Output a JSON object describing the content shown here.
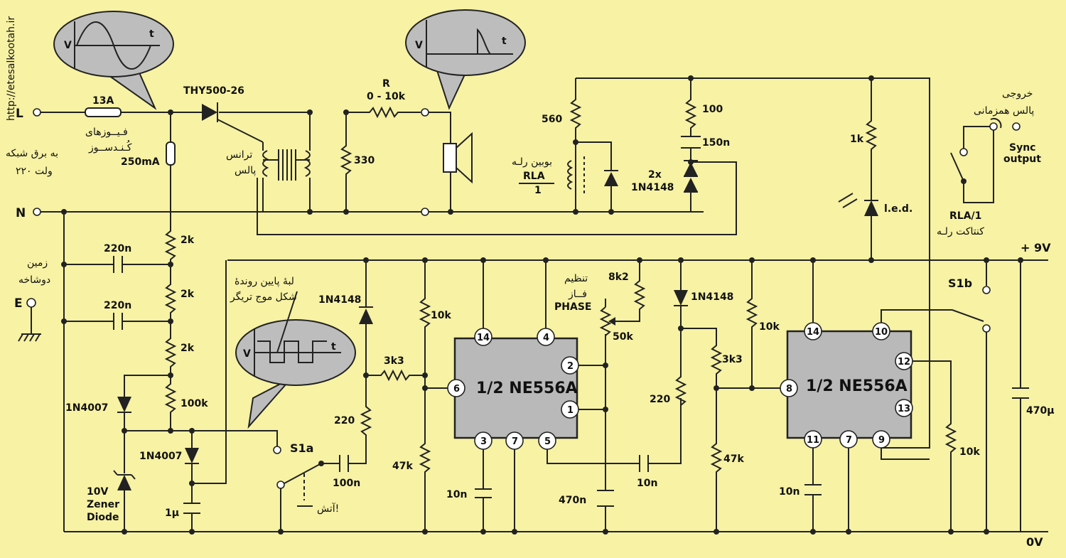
{
  "watermark": "http://etesalkootah.ir",
  "terminals": {
    "L": "L",
    "N": "N",
    "E": "E",
    "plus9v": "+ 9V",
    "zero_v": "0V"
  },
  "mains_note": [
    "به برق شبکه",
    "۲۲۰ ولت"
  ],
  "earth_note": [
    "زمین",
    "دوشاخه"
  ],
  "fuses": {
    "main": "13A",
    "main_fa": [
      "فـیــوزهای",
      "کُـنـدســوز"
    ],
    "cap": "250mA"
  },
  "thyristor": "THY500-26",
  "pulse_transformer": [
    "ترانس",
    "پالس"
  ],
  "resistors": {
    "r330": "330",
    "r_label": "R",
    "r_range": "0 - 10k",
    "r560": "560",
    "r100": "100",
    "r1k": "1k",
    "r2k": "2k",
    "r100k": "100k",
    "r10k": "10k",
    "r3k3": "3k3",
    "r220": "220",
    "r47k": "47k",
    "r8k2": "8k2",
    "r50k": "50k"
  },
  "capacitors": {
    "c150n": "150n",
    "c220n": "220n",
    "c1u": "1μ",
    "c100n": "100n",
    "c10n": "10n",
    "c470n": "470n",
    "c470u": "470μ"
  },
  "relay_coil": [
    "بوبین رلـه",
    "RLA",
    "1"
  ],
  "relay_contact": {
    "label": "RLA/1",
    "fa": "کنتاکت رلـه"
  },
  "sync_output": {
    "fa": [
      "خروجی",
      "پالس همزمانی"
    ],
    "en": [
      "Sync",
      "output"
    ]
  },
  "diodes": {
    "d1n4148x2": [
      "2x",
      "1N4148"
    ],
    "d1n4148": "1N4148",
    "d1n4007": "1N4007",
    "zener": [
      "10V",
      "Zener",
      "Diode"
    ],
    "led": "l.e.d."
  },
  "trigger_note": [
    "لبهٔ پایین روندهٔ",
    "شکل موج تریگر"
  ],
  "phase": {
    "fa": [
      "تنظیم",
      "فــاز"
    ],
    "en": "PHASE"
  },
  "switches": {
    "s1a": "S1a",
    "s1b": "S1b",
    "fire": "آتش!"
  },
  "ic": {
    "name": "1/2 NE556A"
  },
  "ic1_pins": [
    "14",
    "4",
    "2",
    "1",
    "6",
    "3",
    "7",
    "5"
  ],
  "ic2_pins": [
    "14",
    "10",
    "12",
    "13",
    "8",
    "11",
    "7",
    "9"
  ],
  "waveform_axes": {
    "v": "V",
    "t": "t"
  }
}
